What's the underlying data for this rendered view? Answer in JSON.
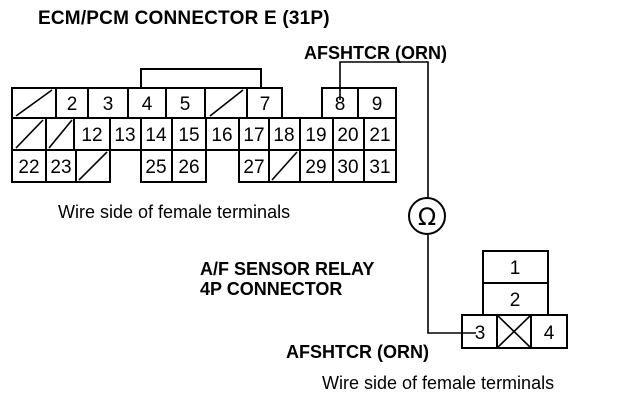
{
  "diagram": {
    "title": "ECM/PCM CONNECTOR E (31P)",
    "ecm_connector": {
      "signal_label": "AFSHTCR (ORN)",
      "caption": "Wire side of female terminals",
      "terminals": [
        "2",
        "3",
        "4",
        "5",
        "7",
        "8",
        "9",
        "12",
        "13",
        "14",
        "15",
        "16",
        "17",
        "18",
        "19",
        "20",
        "21",
        "22",
        "23",
        "25",
        "26",
        "27",
        "29",
        "30",
        "31"
      ]
    },
    "meter": {
      "symbol": "Ω"
    },
    "relay_connector": {
      "title_line1": "A/F SENSOR RELAY",
      "title_line2": "4P CONNECTOR",
      "signal_label": "AFSHTCR (ORN)",
      "caption": "Wire side of female terminals",
      "terminals": [
        "1",
        "2",
        "3",
        "4"
      ]
    }
  }
}
